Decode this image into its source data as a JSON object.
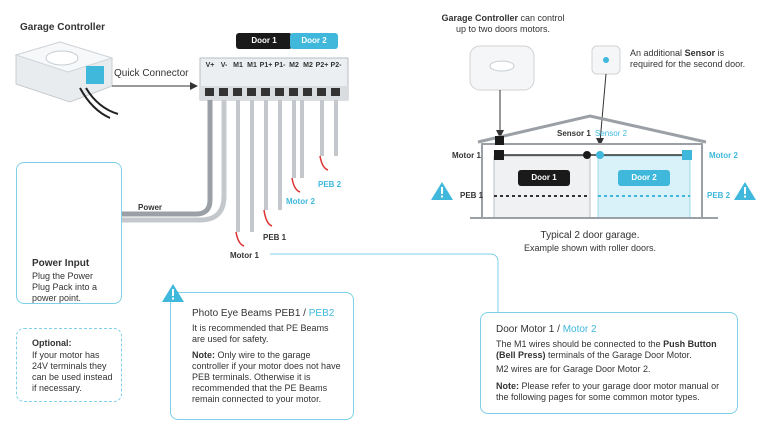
{
  "left": {
    "controller_title": "Garage Controller",
    "quick_connector": "Quick Connector",
    "power_label": "Power",
    "door1_badge": "Door 1",
    "door2_badge": "Door 2",
    "terminals": [
      "V+",
      "V-",
      "M1",
      "M1",
      "P1+",
      "P1-",
      "M2",
      "M2",
      "P2+",
      "P2-"
    ],
    "wire_labels": {
      "motor1": "Motor 1",
      "peb1": "PEB 1",
      "motor2": "Motor 2",
      "peb2": "PEB 2"
    },
    "power_input": {
      "title": "Power Input",
      "body": "Plug the Power Plug Pack into a power point."
    },
    "optional": {
      "title": "Optional:",
      "body": "If your motor has 24V terminals they can be used instead if necessary."
    }
  },
  "right": {
    "controller_title": "Garage Controller",
    "controller_desc": "can control up to two doors motors.",
    "sensor_desc_a": "An additional",
    "sensor_word": "Sensor",
    "sensor_desc_b": "is required for the second door.",
    "sensor1": "Sensor 1",
    "sensor2": "Sensor 2",
    "motor1": "Motor 1",
    "motor2": "Motor 2",
    "peb1": "PEB 1",
    "peb2": "PEB 2",
    "door1": "Door 1",
    "door2": "Door 2",
    "caption_title": "Typical 2 door garage.",
    "caption_sub": "Example shown with roller doors."
  },
  "peb_box": {
    "title_a": "Photo Eye Beams PEB1 /",
    "title_b": "PEB2",
    "para1": "It is recommended that PE Beams are used for safety.",
    "note_label": "Note:",
    "note": "Only wire to the garage controller if your motor does not have PEB terminals. Otherwise it is recommended that the PE Beams remain connected to your motor."
  },
  "motor_box": {
    "title_a": "Door Motor 1 /",
    "title_b": "Motor 2",
    "para1_a": "The M1 wires should be connected to the",
    "para1_bold": "Push Button (Bell Press)",
    "para1_b": "terminals of the Garage Door Motor.",
    "para2": "M2 wires are for Garage Door Motor 2.",
    "note_label": "Note:",
    "note": "Please refer to your garage door motor manual or the following pages for some common motor types."
  },
  "colors": {
    "accent": "#3fb8dc",
    "dark": "#1a1a1a",
    "door2_fill": "#d9f1f8",
    "warn": "#3fb8dc"
  }
}
